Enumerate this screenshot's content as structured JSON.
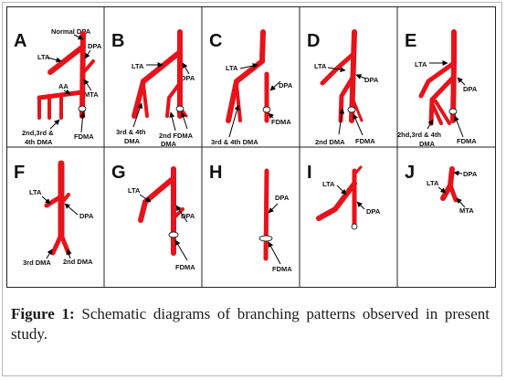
{
  "colors": {
    "vessel": "#e8121a",
    "border": "#222222",
    "background": "#ffffff"
  },
  "panels": [
    {
      "letter": "A",
      "labels": {
        "top": "Normal DPA",
        "lta": "LTA",
        "dpa": "DPA",
        "mta": "MTA",
        "aa": "AA",
        "dma1": "2nd,3rd &",
        "dma2": "4th DMA",
        "fdma": "FDMA"
      }
    },
    {
      "letter": "B",
      "labels": {
        "lta": "LTA",
        "dpa": "DPA",
        "dma3a": "3rd & 4th",
        "dma3b": "DMA",
        "dma2a": "2nd FDMA",
        "dma2b": "DMA"
      }
    },
    {
      "letter": "C",
      "labels": {
        "lta": "LTA",
        "dpa": "DPA",
        "fdma": "FDMA",
        "dma": "3rd & 4th DMA"
      }
    },
    {
      "letter": "D",
      "labels": {
        "lta": "LTA",
        "dpa": "DPA",
        "dma": "2nd DMA",
        "fdma": "FDMA"
      }
    },
    {
      "letter": "E",
      "labels": {
        "lta": "LTA",
        "dpa": "DPA",
        "dma1": "2hd,3rd & 4th",
        "dma2": "DMA",
        "fdma": "FDMA"
      }
    },
    {
      "letter": "F",
      "labels": {
        "lta": "LTA",
        "dpa": "DPA",
        "dma3": "3rd DMA",
        "dma2": "2nd DMA"
      }
    },
    {
      "letter": "G",
      "labels": {
        "lta": "LTA",
        "dpa": "DPA",
        "fdma": "FDMA"
      }
    },
    {
      "letter": "H",
      "labels": {
        "dpa": "DPA",
        "fdma": "FDMA"
      }
    },
    {
      "letter": "I",
      "labels": {
        "lta": "LTA",
        "dpa": "DPA"
      }
    },
    {
      "letter": "J",
      "labels": {
        "lta": "LTA",
        "dpa": "DPA",
        "mta": "MTA"
      }
    }
  ],
  "caption": {
    "label": "Figure 1:",
    "text": " Schematic diagrams of branching patterns observed in present study."
  }
}
